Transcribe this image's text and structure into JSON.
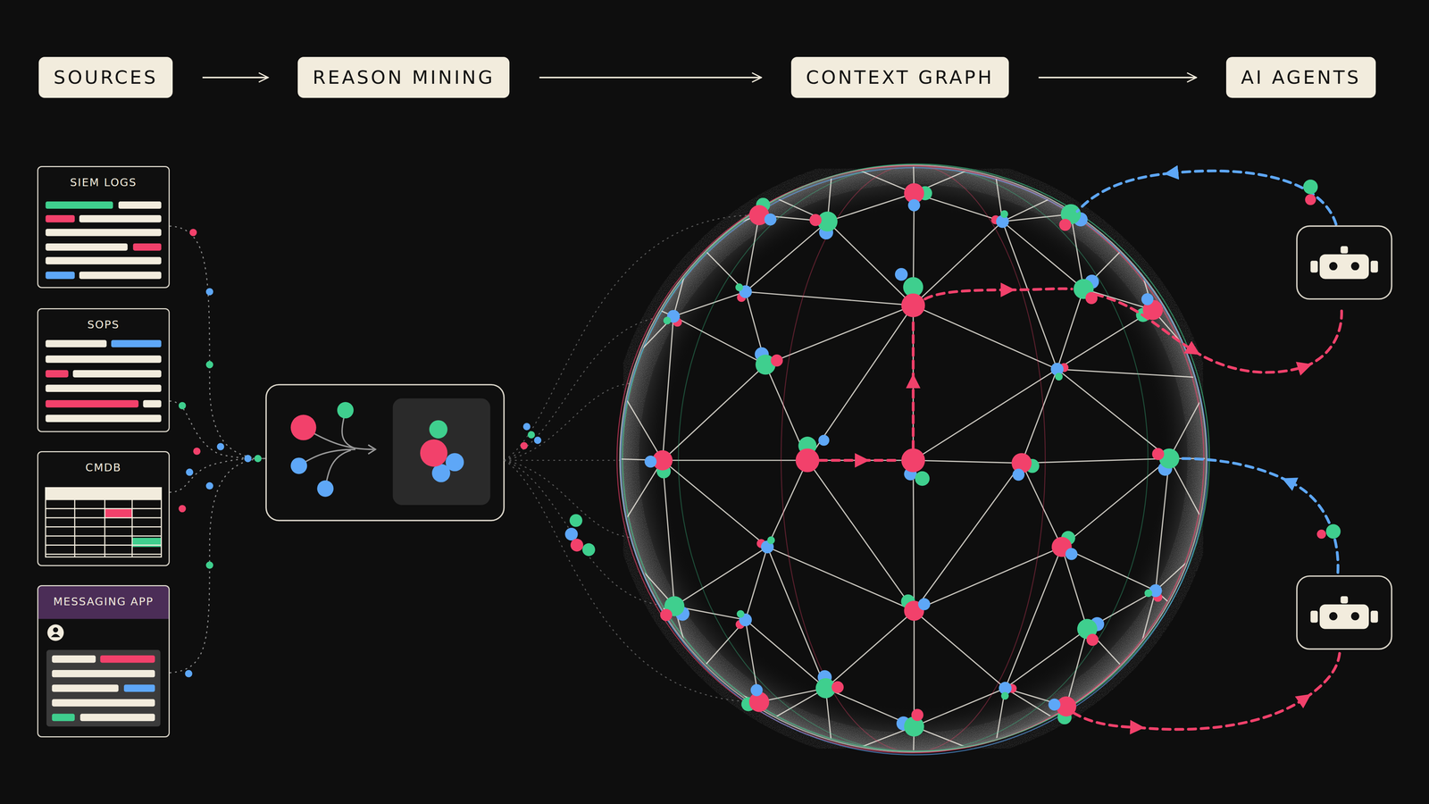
{
  "diagram": {
    "nodes": [
      {
        "text": [
          "SOURCES"
        ]
      },
      {
        "text": [
          "REASON MINING"
        ]
      },
      {
        "text": [
          "CONTEXT GRAPH"
        ]
      },
      {
        "text": [
          "AI AGENTS"
        ]
      },
      {
        "text": [
          "SIEM LOGS"
        ]
      },
      {
        "text": [
          "SOPS"
        ]
      },
      {
        "text": [
          "CMDB"
        ]
      },
      {
        "text": [
          "MESSAGING APP"
        ]
      }
    ],
    "edges": [
      {
        "from": 0,
        "to": 1,
        "arrow": "to"
      },
      {
        "from": 1,
        "to": 2,
        "arrow": "to"
      },
      {
        "from": 2,
        "to": 3,
        "arrow": "to"
      }
    ]
  }
}
